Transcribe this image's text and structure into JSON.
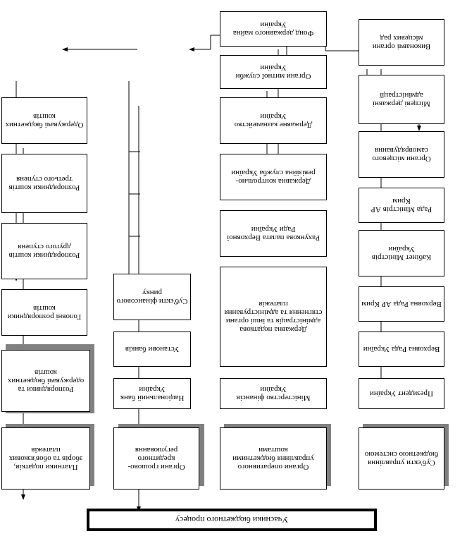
{
  "diagram": {
    "title": "Учасники бюджетного процесу",
    "columns": [
      {
        "id": "budget-management",
        "header": "Суб'єкти управління бюджетною системою",
        "items": [
          "Президент України",
          "Верховна Рада України",
          "Верховна Рада АР Крим",
          "Кабінет Міністрів України",
          "Рада Міністрів АР Крим",
          "Органи місцевого самоврядування",
          "Місцеві державні адміністрації",
          "Виконавчі органи місцевих рад"
        ]
      },
      {
        "id": "operational-management",
        "header": "Органи оперативного управління бюджетними коштами",
        "items": [
          "Міністерство фінансів України",
          "Державна податкова адміністрація та інші органи стягнення та адміністрування платежів",
          "Рахункова палата Верховної Ради України",
          "Державна контрольно-ревізійна служба України",
          "Державне казначейство України",
          "Органи митної служби України",
          "Фонд державного майна України"
        ]
      },
      {
        "id": "monetary-regulation",
        "header": "Органи грошово-кредитного регулювання",
        "items": [
          "Національний банк України",
          "Установи банків",
          "Суб'єкти фінансового ринку"
        ]
      },
      {
        "id": "payers-recipients",
        "header": "Платники податків, зборів та обов'язкових платежів",
        "items": [
          "Розпорядники та одержувачі бюджетних коштів",
          "Головні розпорядники коштів",
          "Розпорядники коштів другого ступеня",
          "Розпорядники коштів третього ступеня",
          "Одержувачі бюджетних коштів"
        ]
      }
    ]
  }
}
